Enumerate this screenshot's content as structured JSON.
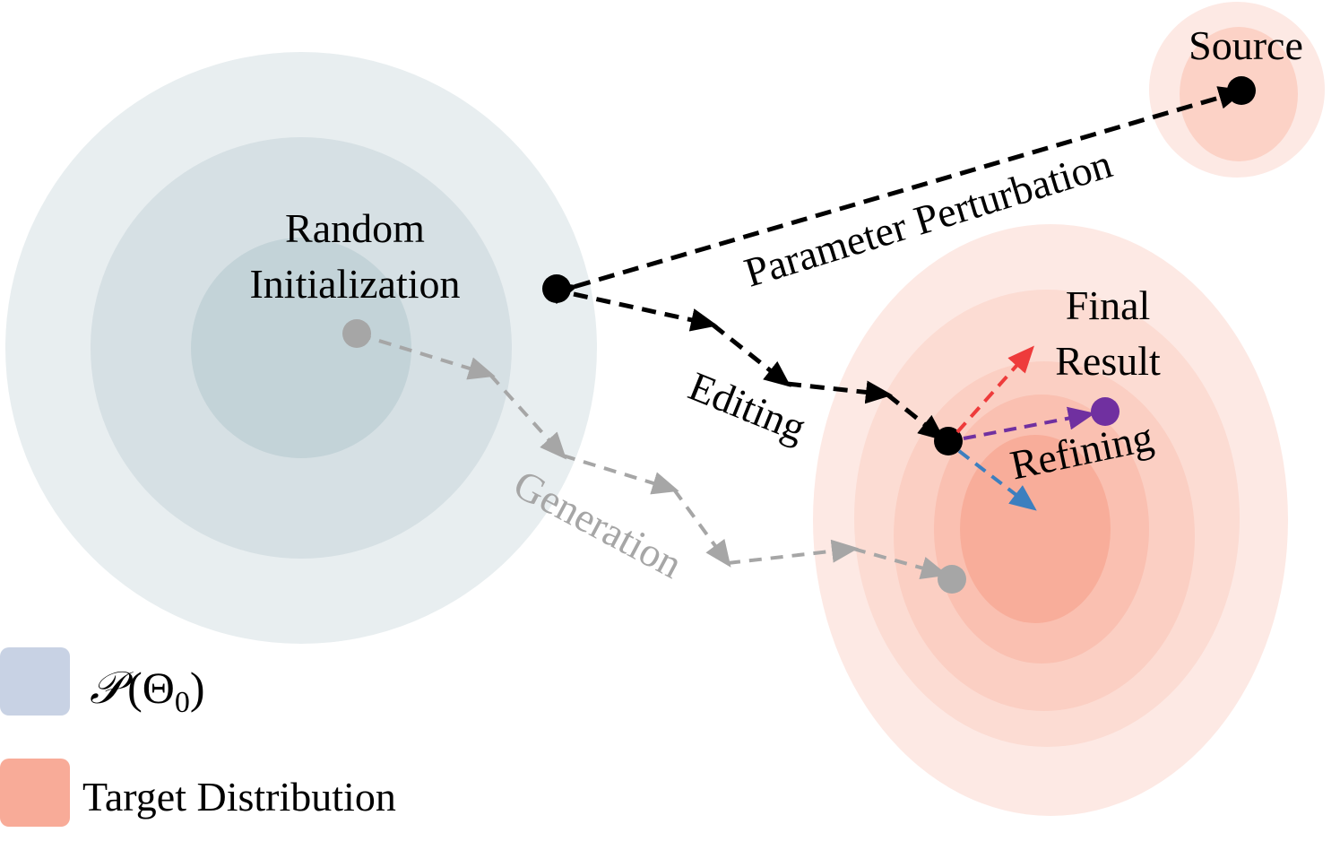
{
  "labels": {
    "source": "Source",
    "random_init_line1": "Random",
    "random_init_line2": "Initialization",
    "parameter_perturbation": "Parameter Perturbation",
    "editing": "Editing",
    "generation": "Generation",
    "final_line1": "Final",
    "final_line2": "Result",
    "refining": "Refining"
  },
  "legend": {
    "prior_prefix": "𝒫",
    "prior_open": "(",
    "prior_theta": "Θ",
    "prior_sub": "0",
    "prior_close": ")",
    "target": "Target Distribution"
  },
  "colors": {
    "prior_outer": "#e8eef0",
    "prior_mid": "#d6e0e4",
    "prior_inner": "#c3d3d8",
    "prior_legend": "#c8d2e4",
    "target_1": "#fde9e4",
    "target_2": "#fcdcd3",
    "target_3": "#fbcfc3",
    "target_4": "#fac0b1",
    "target_5": "#f8ad9a",
    "target_legend": "#f8ab98",
    "black_path": "#000000",
    "gray_path": "#a6a6a6",
    "arrow_red": "#ee3b3b",
    "arrow_purple": "#7030a0",
    "arrow_blue": "#3d7fbf"
  }
}
